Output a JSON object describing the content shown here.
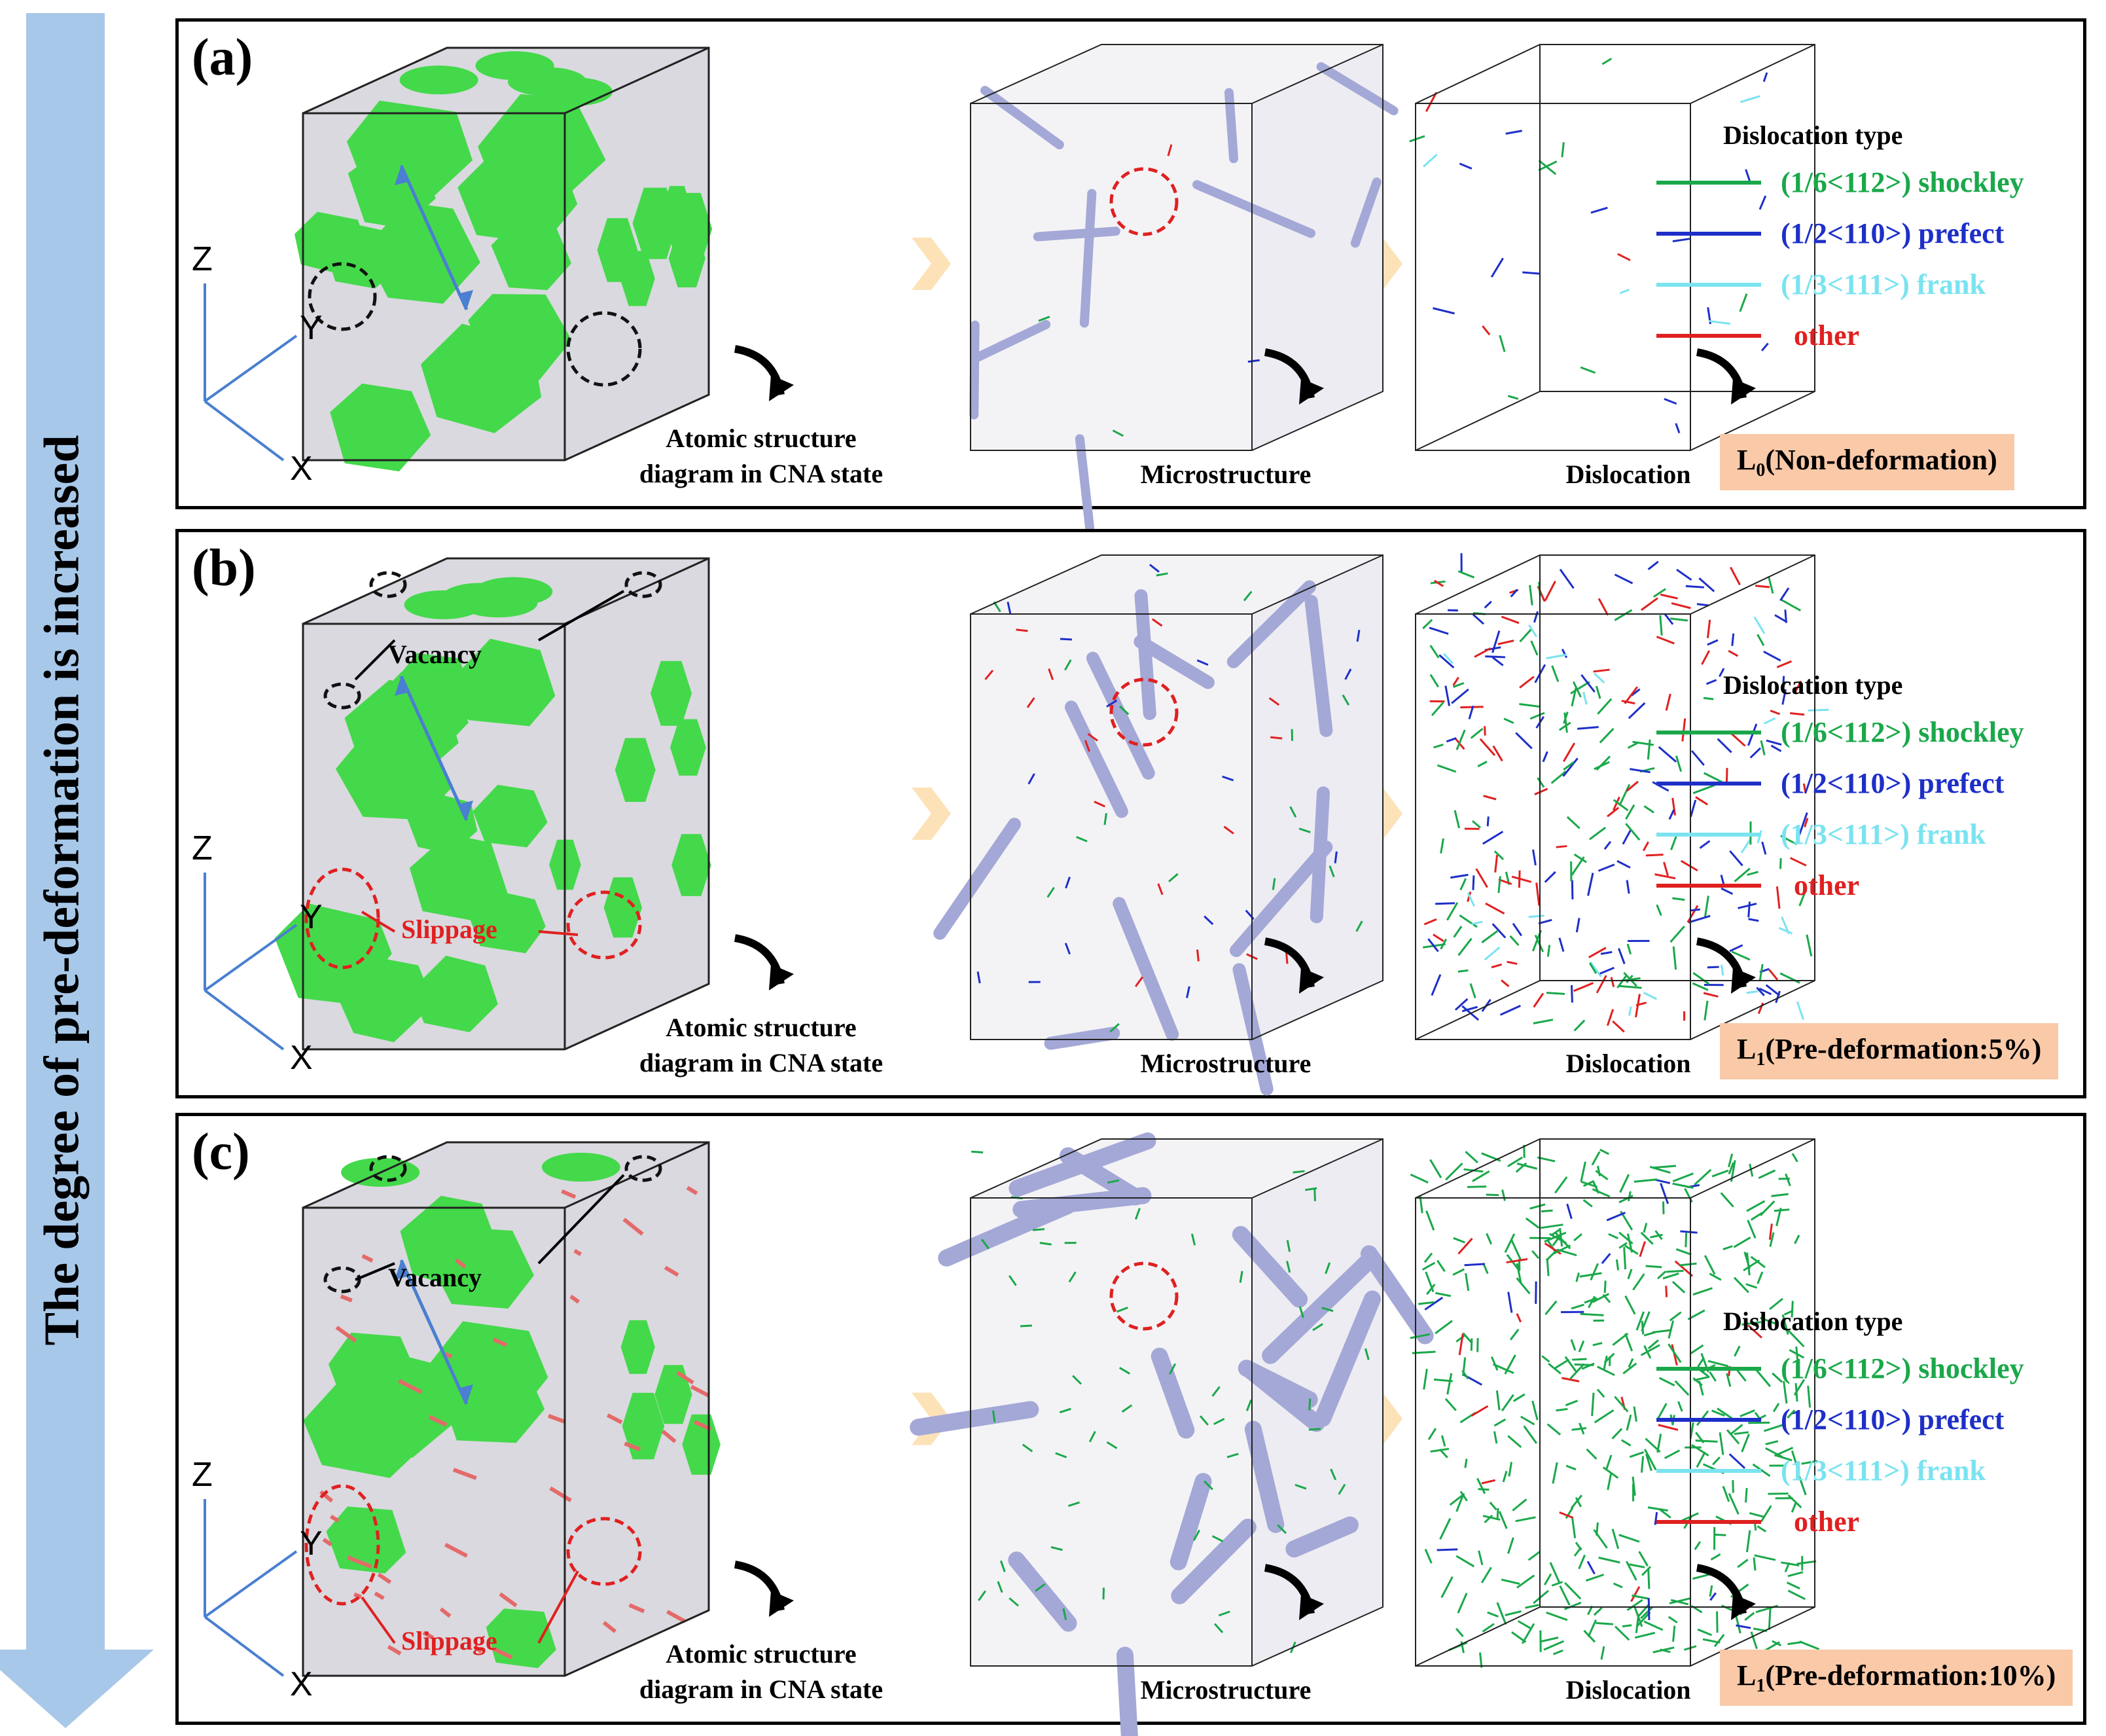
{
  "side_arrow": {
    "text": "The degree of pre-deformation is increased",
    "color": "#a7c8e9"
  },
  "colors": {
    "shockley": "#1aa84a",
    "prefect": "#1e2fc8",
    "frank": "#7ae3f0",
    "other": "#e02020",
    "atom_green": "#44d94a",
    "grain_boundary": "#d9d9df",
    "microstructure": "#a4a8d6",
    "state_box": "#f9c9a8",
    "red_ring": "#e02020",
    "black_ring": "#111111",
    "blue_arrow": "#4a7fd1"
  },
  "panels": [
    {
      "label": "(a)",
      "caption_atomic": "Atomic structure\ndiagram in CNA state",
      "caption_micro": "Microstructure",
      "caption_disloc": "Dislocation",
      "state_main": "L",
      "state_sub": "0",
      "state_rest": "(Non-deformation)",
      "legend_title": "Dislocation type",
      "legend": [
        {
          "label": "(1/6<112>) shockley",
          "key": "shockley"
        },
        {
          "label": "(1/2<110>) prefect",
          "key": "prefect"
        },
        {
          "label": "(1/3<111>) frank",
          "key": "frank"
        },
        {
          "label": "other",
          "key": "other"
        }
      ],
      "axes": {
        "z": "Z",
        "y": "Y",
        "x": "X"
      }
    },
    {
      "label": "(b)",
      "caption_atomic": "Atomic structure\ndiagram in CNA state",
      "caption_micro": "Microstructure",
      "caption_disloc": "Dislocation",
      "state_main": "L",
      "state_sub": "1",
      "state_rest": "(Pre-deformation:5%)",
      "legend_title": "Dislocation type",
      "legend": [
        {
          "label": "(1/6<112>) shockley",
          "key": "shockley"
        },
        {
          "label": "(1/2<110>) prefect",
          "key": "prefect"
        },
        {
          "label": "(1/3<111>) frank",
          "key": "frank"
        },
        {
          "label": "other",
          "key": "other"
        }
      ],
      "annotations": {
        "vacancy": "Vacancy",
        "slippage": "Slippage"
      },
      "axes": {
        "z": "Z",
        "y": "Y",
        "x": "X"
      }
    },
    {
      "label": "(c)",
      "caption_atomic": "Atomic structure\ndiagram in CNA state",
      "caption_micro": "Microstructure",
      "caption_disloc": "Dislocation",
      "state_main": "L",
      "state_sub": "1",
      "state_rest": "(Pre-deformation:10%)",
      "legend_title": "Dislocation type",
      "legend": [
        {
          "label": "(1/6<112>) shockley",
          "key": "shockley"
        },
        {
          "label": "(1/2<110>) prefect",
          "key": "prefect"
        },
        {
          "label": "(1/3<111>) frank",
          "key": "frank"
        },
        {
          "label": "other",
          "key": "other"
        }
      ],
      "annotations": {
        "vacancy": "Vacancy",
        "slippage": "Slippage"
      },
      "axes": {
        "z": "Z",
        "y": "Y",
        "x": "X"
      }
    }
  ]
}
